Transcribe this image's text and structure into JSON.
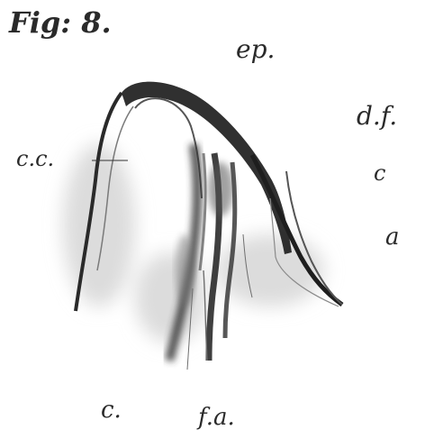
{
  "figure": {
    "title": "Fig: 8.",
    "labels": {
      "ep": "ep.",
      "df": "d.f.",
      "c_right": "c",
      "a": "a",
      "cc": "c.c.",
      "c_bottom": "c.",
      "fa": "f.a."
    },
    "colors": {
      "ink": "#1e1e1e",
      "shade": "#6e6e6e",
      "paper": "#ffffff"
    }
  }
}
